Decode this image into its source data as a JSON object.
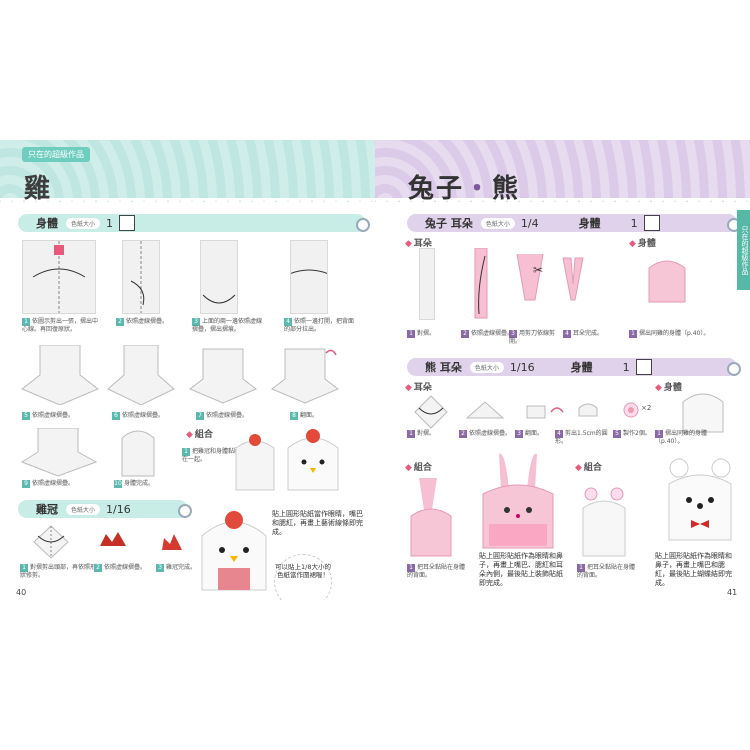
{
  "left_page": {
    "tag": "只在的超級作品",
    "title": "雞",
    "body_bar": {
      "label": "身體",
      "size_label": "色紙大小",
      "fraction": "1"
    },
    "steps": [
      {
        "n": "1",
        "text": "依圖示剪出一張，摺出中心線。再回復原狀。"
      },
      {
        "n": "2",
        "text": "依照虛線摺疊。"
      },
      {
        "n": "3",
        "text": "上面的兩一邊依照虛線摺疊，摺出摺痕。"
      },
      {
        "n": "4",
        "text": "依照一邊打開，把背面的部分拉出。"
      },
      {
        "n": "5",
        "text": "依照虛線摺疊。"
      },
      {
        "n": "6",
        "text": "依照虛線摺疊。"
      },
      {
        "n": "7",
        "text": "依照虛線摺疊。"
      },
      {
        "n": "8",
        "text": "翻面。"
      },
      {
        "n": "9",
        "text": "依照虛線摺疊。"
      },
      {
        "n": "10",
        "text": "身體完成。"
      }
    ],
    "combine_label": "組合",
    "combine_step": {
      "n": "1",
      "text": "把雞冠和身體黏貼在一起。"
    },
    "comb_bar": {
      "label": "雞冠",
      "size_label": "色紙大小",
      "fraction": "1/16"
    },
    "comb_steps": [
      {
        "n": "1",
        "text": "對摺剪出頭部，再依照形狀修剪。"
      },
      {
        "n": "2",
        "text": "依照虛線摺疊。"
      },
      {
        "n": "3",
        "text": "雞冠完成。"
      }
    ],
    "callout": "貼上圓形貼紙當作眼睛，嘴巴和腮紅，再畫上藝術線條即完成。",
    "bubble": "可以貼上1/8大小的色紙當作圍裙喔！",
    "page_number": "40"
  },
  "right_page": {
    "title_a": "兔子",
    "title_dot": "・",
    "title_b": "熊",
    "rabbit_bar": {
      "label": "兔子 耳朵",
      "size_label": "色紙大小",
      "fraction": "1/4",
      "label2": "身體",
      "fraction2": "1"
    },
    "rabbit_ear_label": "耳朵",
    "rabbit_body_label": "身體",
    "rabbit_steps": [
      {
        "n": "1",
        "text": "對摺。"
      },
      {
        "n": "2",
        "text": "依照虛線摺疊。"
      },
      {
        "n": "3",
        "text": "用剪刀依線剪開。"
      },
      {
        "n": "4",
        "text": "耳朵完成。"
      },
      {
        "n": "1",
        "text": "摺出同雞的身體（p.40）。"
      }
    ],
    "bear_bar": {
      "label": "熊 耳朵",
      "size_label": "色紙大小",
      "fraction": "1/16",
      "label2": "身體",
      "fraction2": "1"
    },
    "bear_ear_label": "耳朵",
    "bear_body_label": "身體",
    "bear_steps": [
      {
        "n": "1",
        "text": "對摺。"
      },
      {
        "n": "2",
        "text": "依照虛線摺疊。"
      },
      {
        "n": "3",
        "text": "翻面。"
      },
      {
        "n": "4",
        "text": "剪出1.5cm的圓形。"
      },
      {
        "n": "5",
        "text": "製作2個。"
      },
      {
        "n": "1",
        "text": "摺出同雞的身體（p.40）。"
      }
    ],
    "multiply": "×2",
    "combine_label_rabbit": "組合",
    "combine_label_bear": "組合",
    "rabbit_combine_step": {
      "n": "1",
      "text": "把耳朵黏貼在身體的背面。"
    },
    "rabbit_callout": "貼上圓形貼紙作為眼睛和鼻子，再畫上嘴巴、腮紅和耳朵內側，最後貼上裝飾貼紙即完成。",
    "bear_combine_step": {
      "n": "1",
      "text": "把耳朵黏貼在身體的背面。"
    },
    "bear_callout": "貼上圓形貼紙作為眼睛和鼻子，再畫上嘴巴和腮紅，最後貼上蝴蝶結即完成。",
    "side_tab": "只在的超級作品",
    "page_number": "41"
  },
  "colors": {
    "mint": "#c8ece6",
    "lilac": "#e0d2ea",
    "accent_pink": "#e75a7c",
    "accent_teal": "#5bb9ad"
  }
}
